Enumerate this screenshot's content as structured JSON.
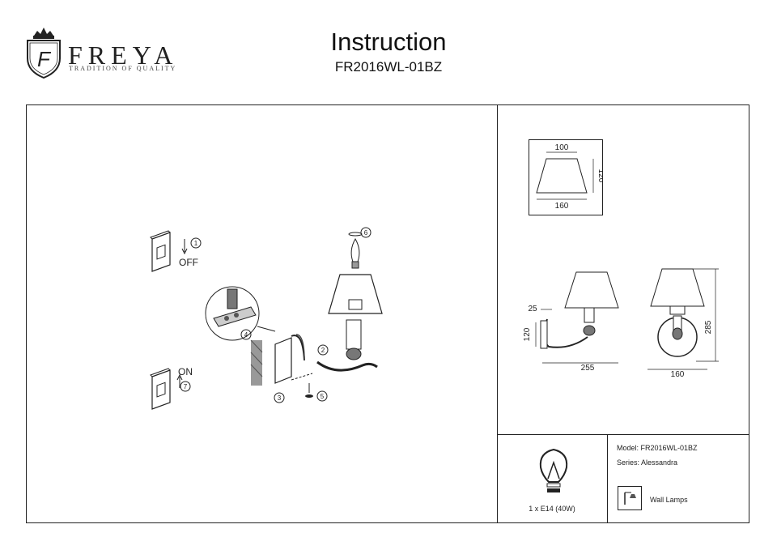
{
  "brand": {
    "name": "FREYA",
    "tagline": "TRADITION OF QUALITY"
  },
  "header": {
    "title": "Instruction",
    "model": "FR2016WL-01BZ"
  },
  "steps": {
    "off_label": "OFF",
    "on_label": "ON",
    "numbers": [
      "1",
      "2",
      "3",
      "4",
      "5",
      "6",
      "7"
    ]
  },
  "shade_dims": {
    "top": "100",
    "height": "120",
    "bottom": "160"
  },
  "lamp_dims": {
    "depth": "25",
    "arm_height": "120",
    "width": "255",
    "plate": "160",
    "total_height": "285"
  },
  "bulb": {
    "spec": "1 x E14 (40W)"
  },
  "info": {
    "model_line": "Model: FR2016WL-01BZ",
    "series_line": "Series: Alessandra",
    "category": "Wall Lamps"
  }
}
